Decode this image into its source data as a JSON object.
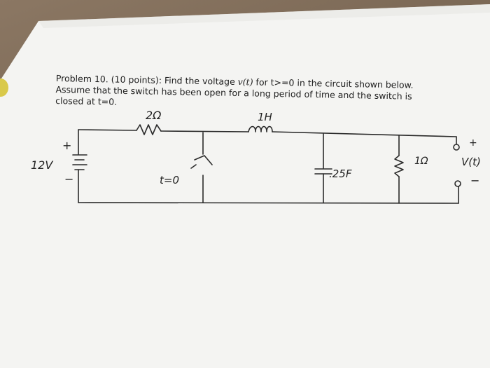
{
  "problem": {
    "line1_prefix": "Problem 10. (10 points): Find the voltage ",
    "line1_var": "v(t)",
    "line1_suffix": " for t>=0 in the circuit shown below.",
    "line2": "Assume that the switch has been open for a long period of time and the switch is",
    "line3": "closed at t=0."
  },
  "circuit_labels": {
    "resistor1": "2Ω",
    "inductor": "1H",
    "source": "12V",
    "source_plus": "+",
    "source_minus": "−",
    "switch": "t=0",
    "capacitor": ".25F",
    "resistor2": "1Ω",
    "output": "V(t)",
    "output_plus": "+",
    "output_minus": "−"
  }
}
